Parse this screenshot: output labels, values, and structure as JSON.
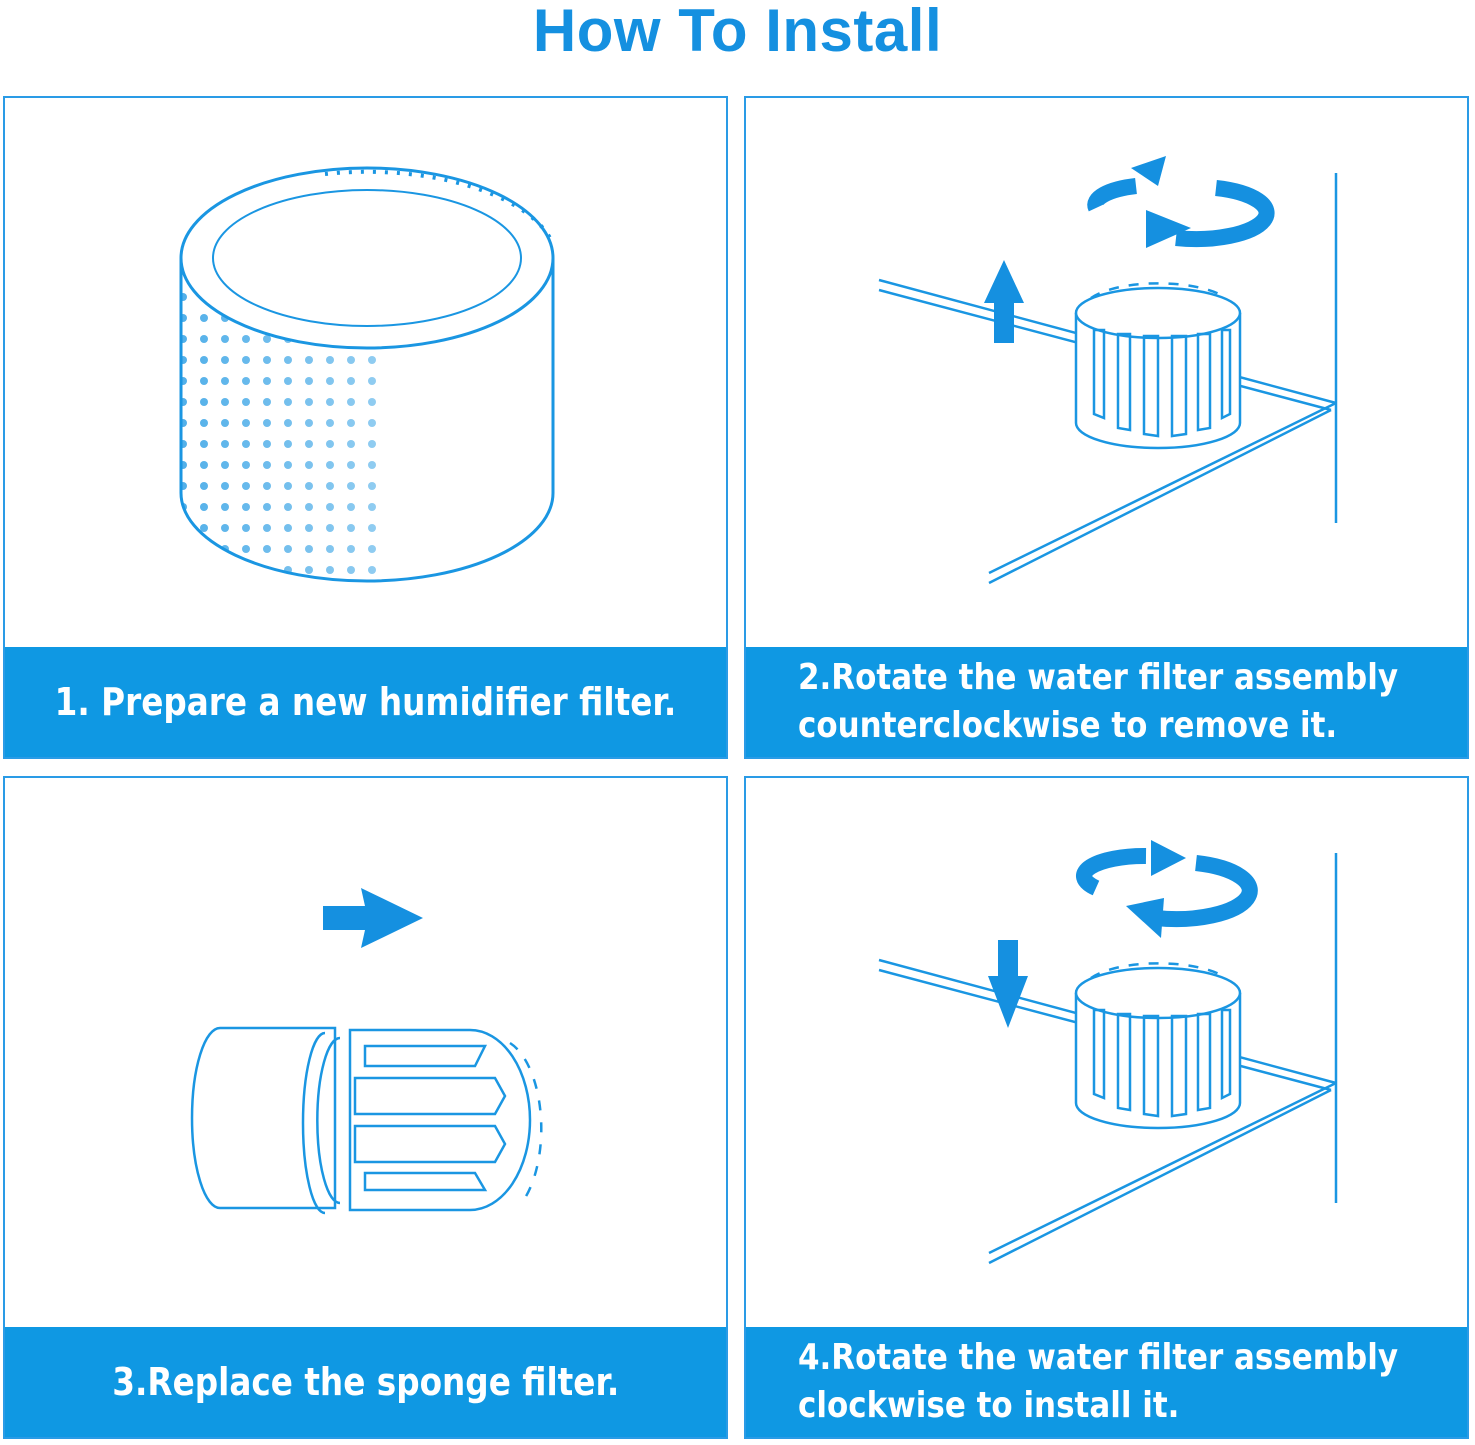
{
  "title": "How To Install",
  "accent_color": "#0f98e3",
  "steps": [
    {
      "caption": "1. Prepare a new humidifier filter.",
      "icon": "cylinder-filter-icon"
    },
    {
      "caption_line1": "2.Rotate the water filter assembly",
      "caption_line2": "counterclockwise to remove it.",
      "icon": "rotate-counterclockwise-icon"
    },
    {
      "caption": "3.Replace the sponge filter.",
      "icon": "sponge-filter-icon"
    },
    {
      "caption_line1": "4.Rotate the water filter assembly",
      "caption_line2": "clockwise to install it.",
      "icon": "rotate-clockwise-icon"
    }
  ]
}
